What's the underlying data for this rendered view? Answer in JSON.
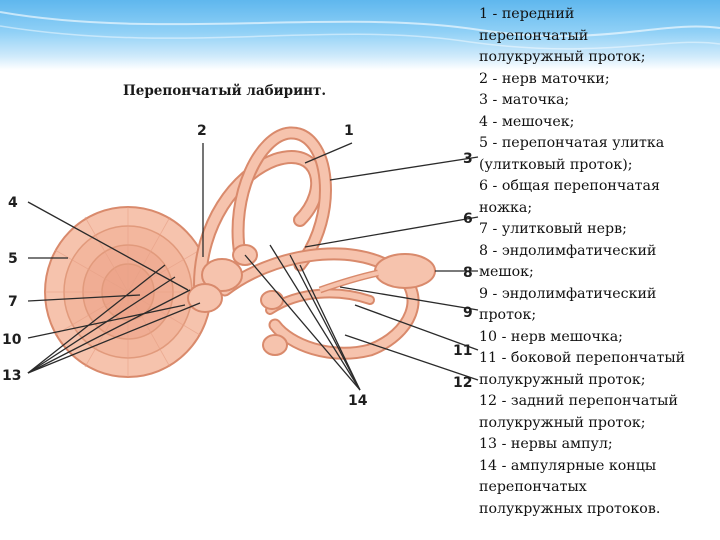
{
  "title": "Перепончатый лабиринт.",
  "callouts": [
    "1",
    "2",
    "3",
    "4",
    "5",
    "6",
    "7",
    "8",
    "9",
    "10",
    "11",
    "12",
    "13",
    "14"
  ],
  "legend_lines": [
    "1 - передний",
    "перепончатый",
    "полукружный проток;",
    "2 - нерв маточки;",
    "3 - маточка;",
    "4 - мешочек;",
    "5 - перепончатая улитка",
    "(улитковый проток);",
    "6 - общая перепончатая",
    "ножка;",
    "7 - улитковый нерв;",
    "8 - эндолимфатический",
    "мешок;",
    "9 - эндолимфатический",
    "проток;",
    "10 - нерв мешочка;",
    "11 - боковой перепончатый",
    "полукружный проток;",
    "12 - задний перепончатый",
    "полукружный проток;",
    "13 - нервы ампул;",
    "14 - ампулярные концы",
    "перепончатых",
    "полукружных протоков."
  ],
  "colors": {
    "header_top": "#5fb7ee",
    "membrane_fill": "#f6c3ad",
    "membrane_stroke": "#d98a6c",
    "text": "#111111"
  }
}
